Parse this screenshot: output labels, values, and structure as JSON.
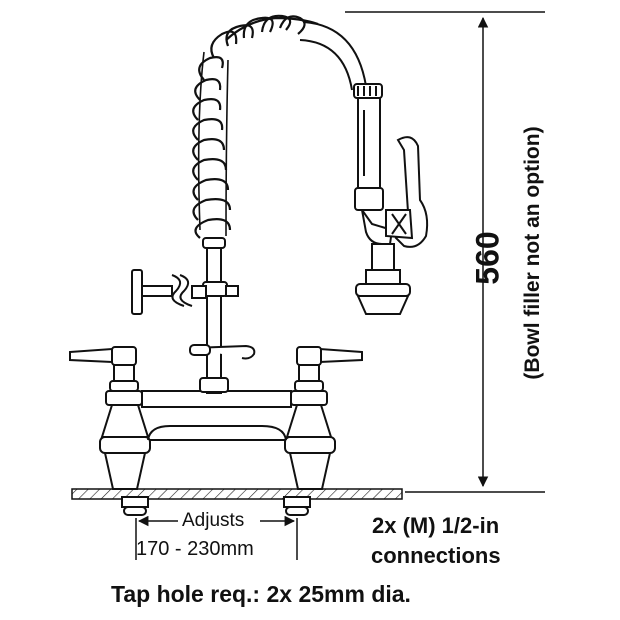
{
  "dimensions": {
    "height_value": "560",
    "height_note": "(Bowl filler not an option)",
    "adjusts_label": "Adjusts",
    "adjust_range": "170 - 230mm"
  },
  "connections": {
    "line1": "2x (M) 1/2-in",
    "line2": "connections"
  },
  "footer": {
    "tap_hole": "Tap hole req.: 2x 25mm dia."
  }
}
